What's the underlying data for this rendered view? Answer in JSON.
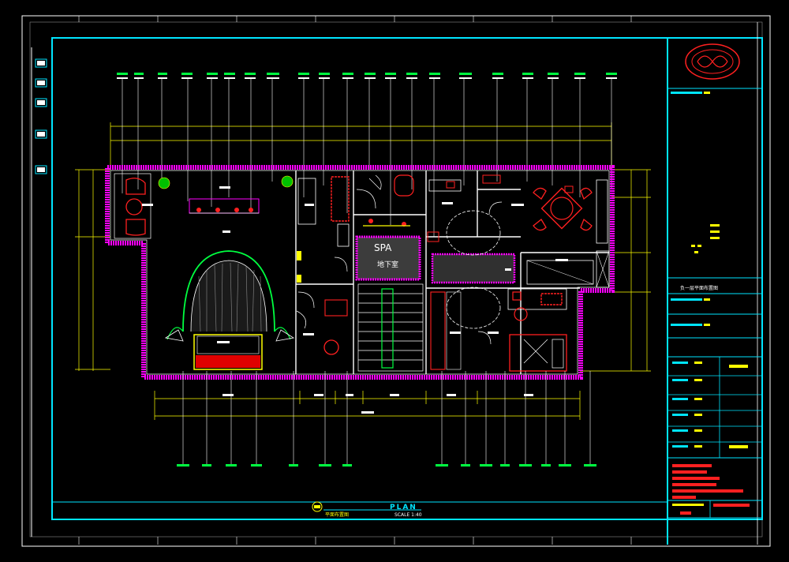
{
  "sheet": {
    "title": "PLAN",
    "scale": "SCALE 1:40",
    "drawing_name_cn": "平面布置图",
    "title_block_header": "负一层平面布置图"
  },
  "rooms": {
    "spa": "SPA",
    "cellar": "地下室"
  },
  "colors": {
    "border": "#00e5ff",
    "frame": "#ffffff",
    "wall": "#ff00ff",
    "dimension": "#ffff00",
    "fixture": "#ff2020",
    "furniture": "#00ff40",
    "highlight": "#ffff00"
  },
  "icons": {
    "logo": "ornamental-logo-icon",
    "north": "section-marker-icon"
  }
}
